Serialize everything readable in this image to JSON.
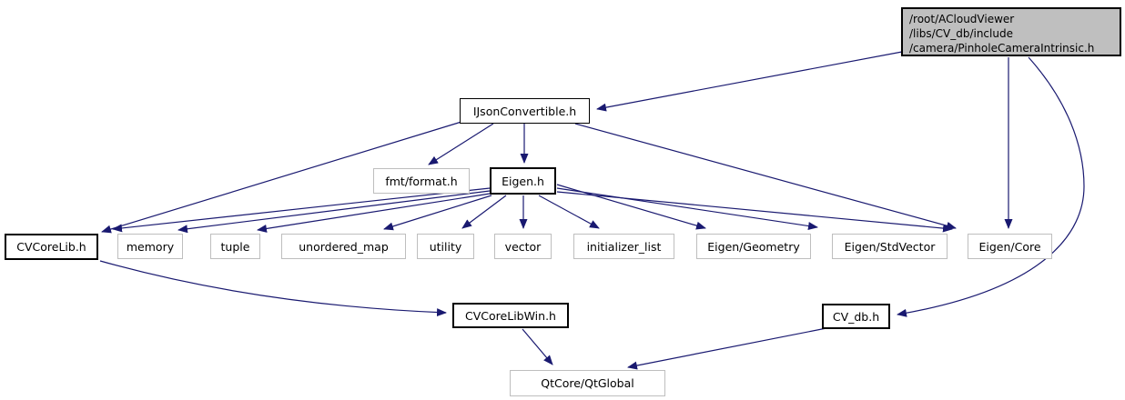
{
  "diagram": {
    "kind": "include-dependency-graph",
    "root": {
      "label": "/root/ACloudViewer\n/libs/CV_db/include\n/camera/PinholeCameraIntrinsic.h"
    },
    "nodes": {
      "ijson": {
        "label": "IJsonConvertible.h"
      },
      "fmt": {
        "label": "fmt/format.h"
      },
      "eigen": {
        "label": "Eigen.h"
      },
      "cvcorelib": {
        "label": "CVCoreLib.h"
      },
      "memory": {
        "label": "memory"
      },
      "tuple": {
        "label": "tuple"
      },
      "unordered_map": {
        "label": "unordered_map"
      },
      "utility": {
        "label": "utility"
      },
      "vector": {
        "label": "vector"
      },
      "initializer_list": {
        "label": "initializer_list"
      },
      "eigen_geometry": {
        "label": "Eigen/Geometry"
      },
      "eigen_stdvector": {
        "label": "Eigen/StdVector"
      },
      "eigen_core": {
        "label": "Eigen/Core"
      },
      "cvcorelibwin": {
        "label": "CVCoreLibWin.h"
      },
      "cv_db": {
        "label": "CV_db.h"
      },
      "qtglobal": {
        "label": "QtCore/QtGlobal"
      }
    },
    "colors": {
      "edge": "#191970",
      "root_fill": "#bfbfbf",
      "node_fill": "#ffffff",
      "strong_border": "#000000",
      "light_border": "#bebebe"
    },
    "edges": [
      {
        "from": "PinholeCameraIntrinsic.h",
        "to": "IJsonConvertible.h"
      },
      {
        "from": "PinholeCameraIntrinsic.h",
        "to": "Eigen/Core"
      },
      {
        "from": "PinholeCameraIntrinsic.h",
        "to": "CV_db.h"
      },
      {
        "from": "IJsonConvertible.h",
        "to": "CVCoreLib.h"
      },
      {
        "from": "IJsonConvertible.h",
        "to": "fmt/format.h"
      },
      {
        "from": "IJsonConvertible.h",
        "to": "Eigen.h"
      },
      {
        "from": "IJsonConvertible.h",
        "to": "Eigen/Core"
      },
      {
        "from": "Eigen.h",
        "to": "CVCoreLib.h"
      },
      {
        "from": "Eigen.h",
        "to": "memory"
      },
      {
        "from": "Eigen.h",
        "to": "tuple"
      },
      {
        "from": "Eigen.h",
        "to": "unordered_map"
      },
      {
        "from": "Eigen.h",
        "to": "utility"
      },
      {
        "from": "Eigen.h",
        "to": "vector"
      },
      {
        "from": "Eigen.h",
        "to": "initializer_list"
      },
      {
        "from": "Eigen.h",
        "to": "Eigen/Geometry"
      },
      {
        "from": "Eigen.h",
        "to": "Eigen/StdVector"
      },
      {
        "from": "Eigen.h",
        "to": "Eigen/Core"
      },
      {
        "from": "CVCoreLib.h",
        "to": "CVCoreLibWin.h"
      },
      {
        "from": "CVCoreLibWin.h",
        "to": "QtCore/QtGlobal"
      },
      {
        "from": "CV_db.h",
        "to": "QtCore/QtGlobal"
      }
    ]
  }
}
